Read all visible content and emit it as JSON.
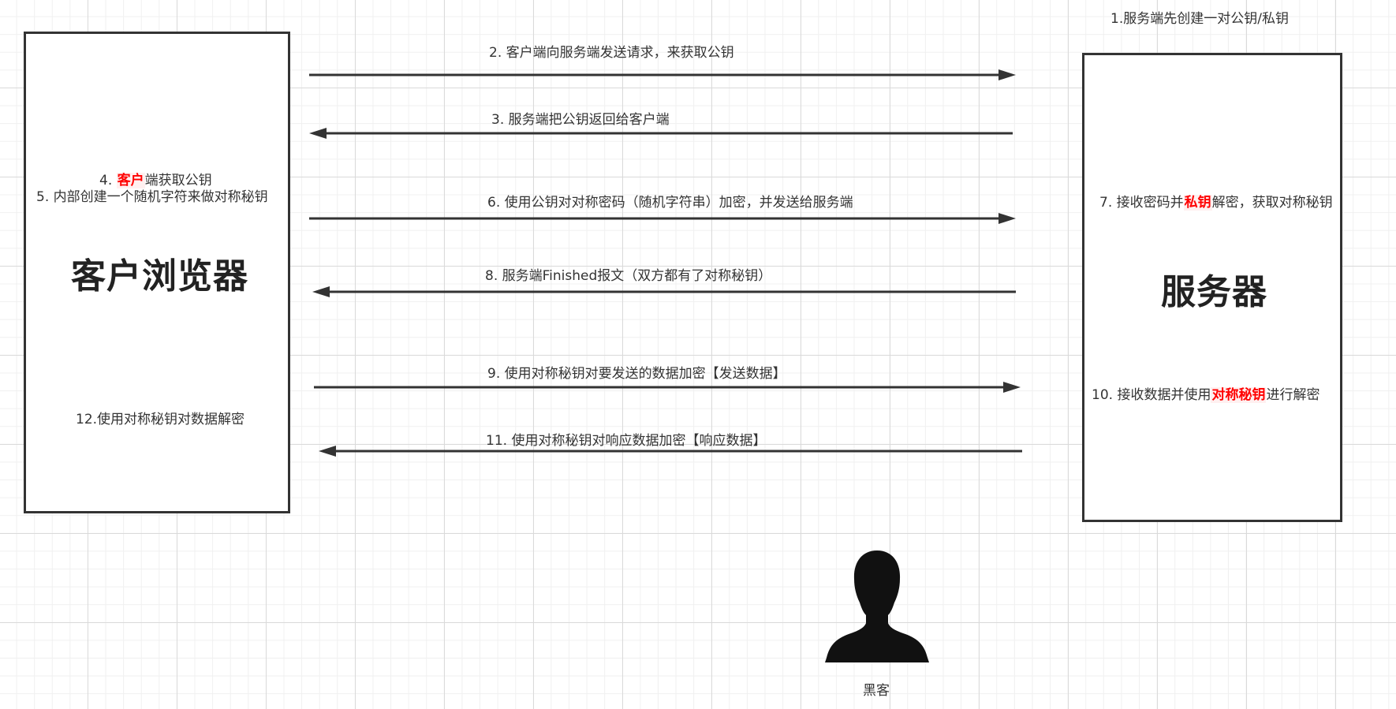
{
  "note_step1": "1.服务端先创建一对公钥/私钥",
  "client": {
    "title": "客户浏览器",
    "step4": {
      "prefix": "4. ",
      "highlight": "客户",
      "suffix": "端获取公钥"
    },
    "step5": "5. 内部创建一个随机字符来做对称秘钥",
    "step12": "12.使用对称秘钥对数据解密"
  },
  "server": {
    "title": "服务器",
    "step7": {
      "prefix": "7. 接收密码并",
      "highlight": "私钥",
      "suffix": "解密，获取对称秘钥"
    },
    "step10": {
      "prefix": "10. 接收数据并使用",
      "highlight": "对称秘钥",
      "suffix": "进行解密"
    }
  },
  "messages": [
    {
      "text": "2. 客户端向服务端发送请求，来获取公钥",
      "direction": "right"
    },
    {
      "text": "3. 服务端把公钥返回给客户端",
      "direction": "left"
    },
    {
      "text": "6. 使用公钥对对称密码（随机字符串）加密，并发送给服务端",
      "direction": "right"
    },
    {
      "text": "8. 服务端Finished报文（双方都有了对称秘钥）",
      "direction": "left"
    },
    {
      "text": "9. 使用对称秘钥对要发送的数据加密【发送数据】",
      "direction": "right"
    },
    {
      "text": "11. 使用对称秘钥对响应数据加密【响应数据】",
      "direction": "left"
    }
  ],
  "hacker": {
    "label": "黑客",
    "icon": "person-silhouette-icon"
  },
  "colors": {
    "line": "#333333",
    "highlight": "#ff0000"
  }
}
